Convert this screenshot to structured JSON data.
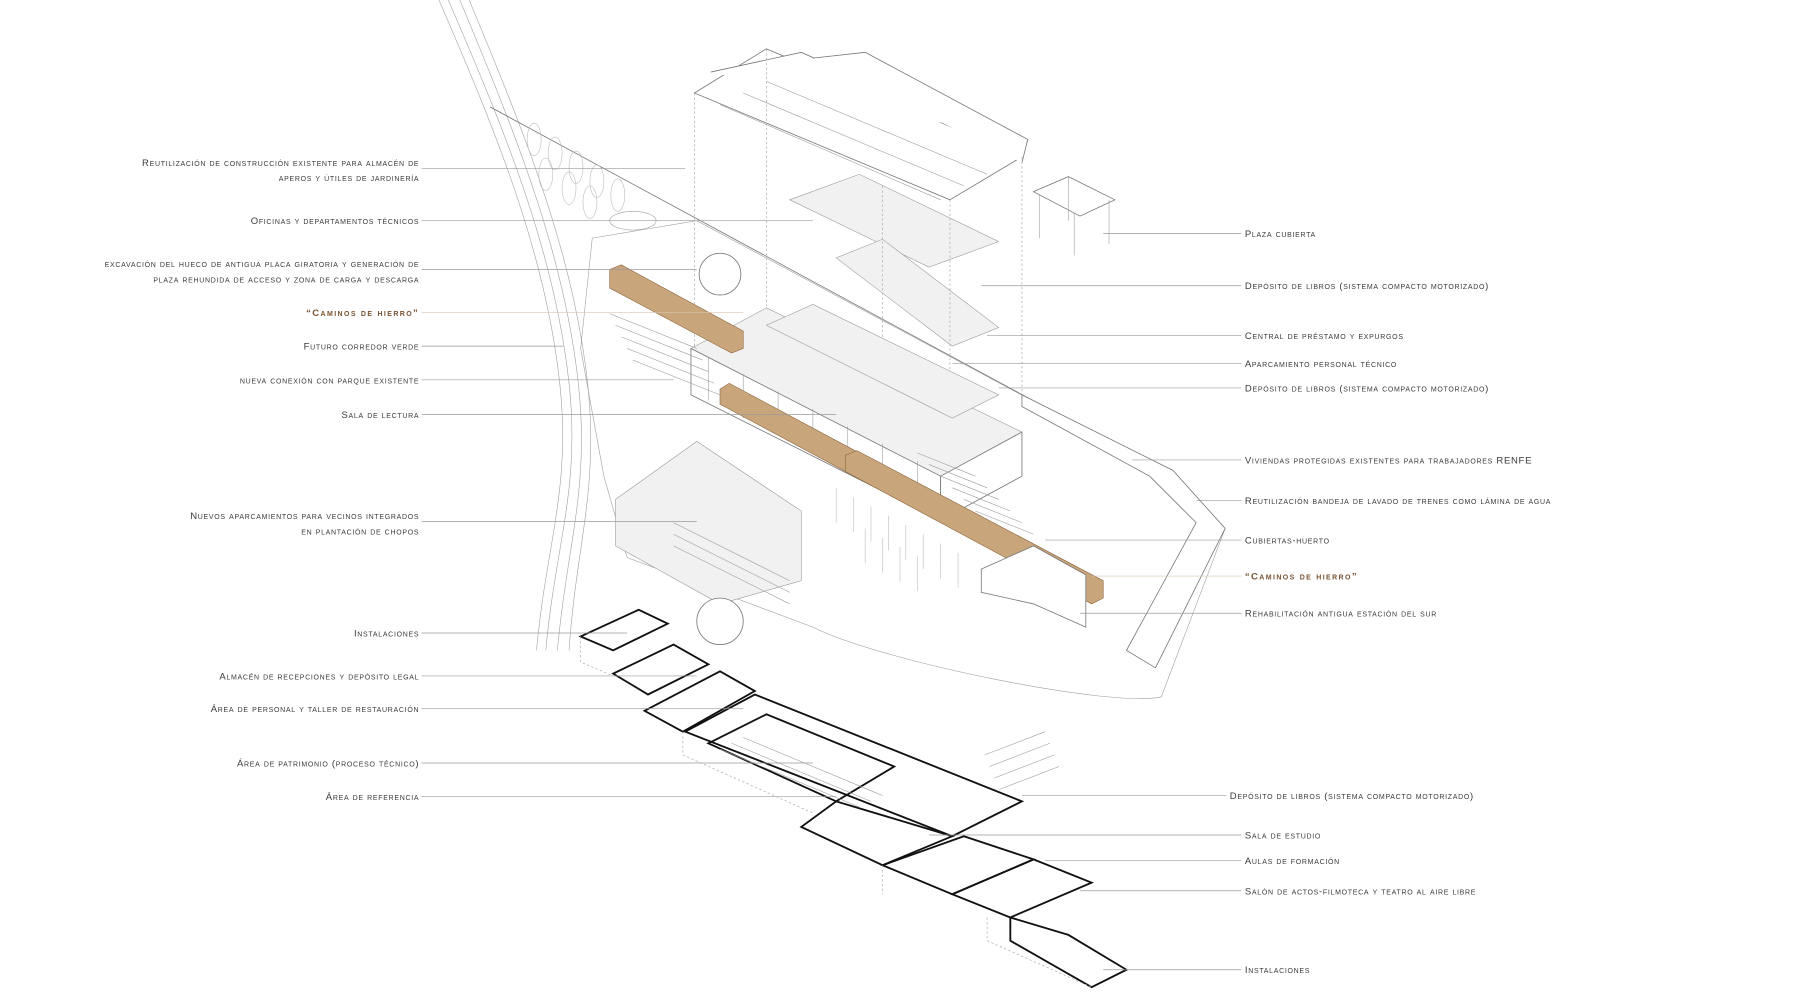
{
  "colors": {
    "accent": "#7a5230",
    "iron": "#c9a57c",
    "line": "#9a9a9a"
  },
  "left_labels": [
    {
      "lines": [
        "Reutilización de construcción existente para almacén de",
        "aperos y útiles de jardinería"
      ]
    },
    {
      "lines": [
        "Oficinas y departamentos técnicos"
      ]
    },
    {
      "lines": [
        "excavación del hueco de antigua placa giratoria y generación de",
        "plaza rehundida de acceso y zona de carga y descarga"
      ]
    },
    {
      "lines": [
        "“Caminos de hierro”"
      ],
      "accent": true
    },
    {
      "lines": [
        "Futuro corredor verde"
      ]
    },
    {
      "lines": [
        "nueva conexión con parque existente"
      ]
    },
    {
      "lines": [
        "Sala de lectura"
      ]
    },
    {
      "lines": [
        "Nuevos aparcamientos para vecinos integrados",
        "en plantación de chopos"
      ]
    },
    {
      "lines": [
        "Instalaciones"
      ]
    },
    {
      "lines": [
        "Almacén de recepciones y depósito legal"
      ]
    },
    {
      "lines": [
        "Área de personal y taller de restauración"
      ]
    },
    {
      "lines": [
        "Área de patrimonio (proceso técnico)"
      ]
    },
    {
      "lines": [
        "Área de referencia"
      ]
    }
  ],
  "right_labels": [
    {
      "lines": [
        "Plaza cubierta"
      ]
    },
    {
      "lines": [
        "Depósito de libros (sistema compacto motorizado)"
      ]
    },
    {
      "lines": [
        "Central de préstamo y expurgos"
      ]
    },
    {
      "lines": [
        "Aparcamiento personal técnico"
      ]
    },
    {
      "lines": [
        "Depósito de libros (sistema compacto motorizado)"
      ]
    },
    {
      "lines": [
        "Viviendas protegidas existentes para trabajadores RENFE"
      ]
    },
    {
      "lines": [
        "Reutilización bandeja de lavado de trenes como lámina de agua"
      ]
    },
    {
      "lines": [
        "Cubiertas-huerto"
      ]
    },
    {
      "lines": [
        "“Caminos de hierro”"
      ],
      "accent": true
    },
    {
      "lines": [
        "Rehabilitación antigua estación del sur"
      ]
    },
    {
      "lines": [
        "Depósito de libros (sistema compacto motorizado)"
      ]
    },
    {
      "lines": [
        "Sala de estudio"
      ]
    },
    {
      "lines": [
        "Aulas de formación"
      ]
    },
    {
      "lines": [
        "Salón de actos-filmoteca y teatro al aire libre"
      ]
    },
    {
      "lines": [
        "Instalaciones"
      ]
    }
  ]
}
